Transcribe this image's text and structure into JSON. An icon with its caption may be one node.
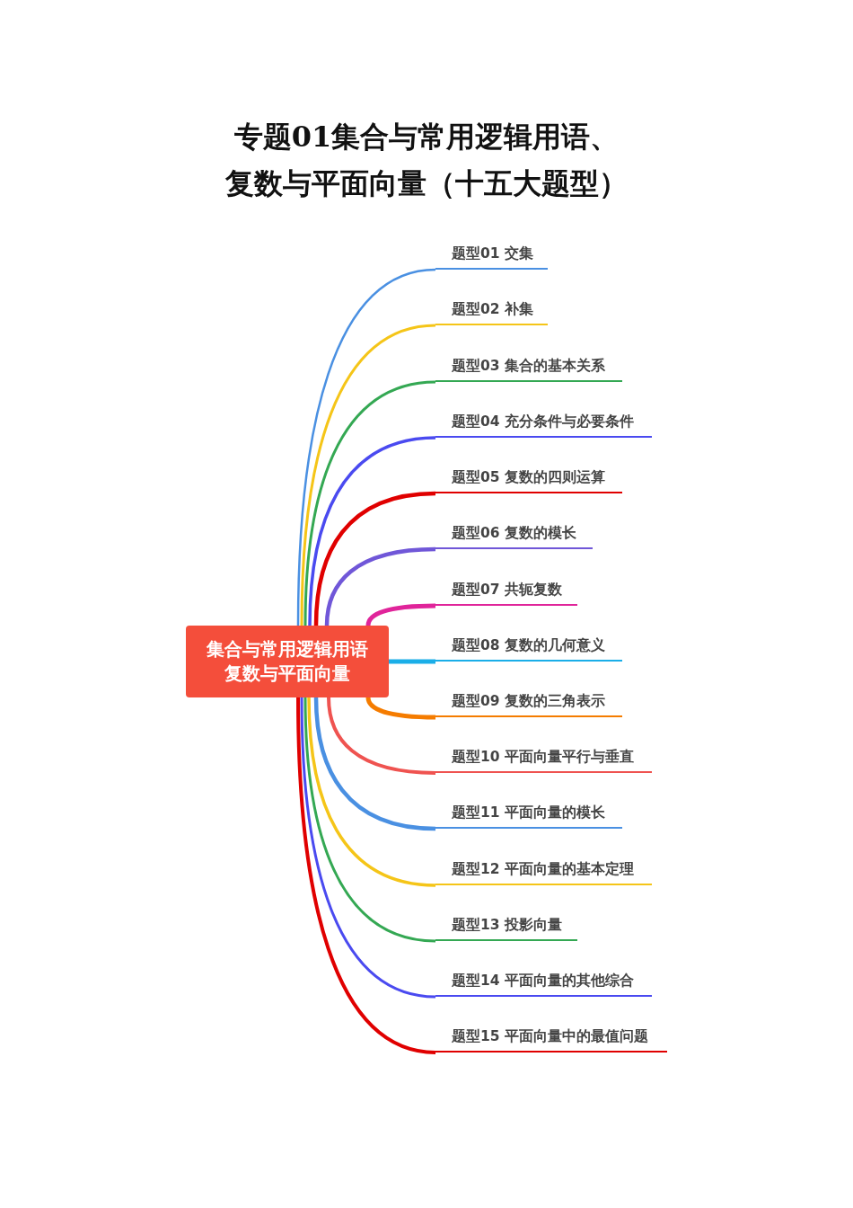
{
  "diagram": {
    "title": "专题01集合与常用逻辑用语、复数与平面向量（十五大题型）",
    "nodes": [
      {
        "text": [
          "集合与常用逻辑用语复数与平面向量"
        ]
      },
      {
        "text": [
          "题型01 交集"
        ]
      },
      {
        "text": [
          "题型02 补集"
        ]
      },
      {
        "text": [
          "题型03 集合的基本关系"
        ]
      },
      {
        "text": [
          "题型04 充分条件与必要条件"
        ]
      },
      {
        "text": [
          "题型05 复数的四则运算"
        ]
      },
      {
        "text": [
          "题型06 复数的模长"
        ]
      },
      {
        "text": [
          "题型07 共轭复数"
        ]
      },
      {
        "text": [
          "题型08 复数的几何意义"
        ]
      },
      {
        "text": [
          "题型09 复数的三角表示"
        ]
      },
      {
        "text": [
          "题型10 平面向量平行与垂直"
        ]
      },
      {
        "text": [
          "题型11 平面向量的模长"
        ]
      },
      {
        "text": [
          "题型12 平面向量的基本定理"
        ]
      },
      {
        "text": [
          "题型13 投影向量"
        ]
      },
      {
        "text": [
          "题型14 平面向量的其他综合"
        ]
      },
      {
        "text": [
          "题型15 平面向量中的最值问题"
        ]
      }
    ],
    "edges": [
      {
        "from": 0,
        "to": 1,
        "arrow": "none",
        "color": "#4a90e2"
      },
      {
        "from": 0,
        "to": 2,
        "arrow": "none",
        "color": "#f5c518"
      },
      {
        "from": 0,
        "to": 3,
        "arrow": "none",
        "color": "#34a853"
      },
      {
        "from": 0,
        "to": 4,
        "arrow": "none",
        "color": "#4a4af0"
      },
      {
        "from": 0,
        "to": 5,
        "arrow": "none",
        "color": "#e00000"
      },
      {
        "from": 0,
        "to": 6,
        "arrow": "none",
        "color": "#7057d8"
      },
      {
        "from": 0,
        "to": 7,
        "arrow": "none",
        "color": "#e0249a"
      },
      {
        "from": 0,
        "to": 8,
        "arrow": "none",
        "color": "#1aaee8"
      },
      {
        "from": 0,
        "to": 9,
        "arrow": "none",
        "color": "#f57c00"
      },
      {
        "from": 0,
        "to": 10,
        "arrow": "none",
        "color": "#ef5350"
      },
      {
        "from": 0,
        "to": 11,
        "arrow": "none",
        "color": "#4a90e2"
      },
      {
        "from": 0,
        "to": 12,
        "arrow": "none",
        "color": "#f5c518"
      },
      {
        "from": 0,
        "to": 13,
        "arrow": "none",
        "color": "#34a853"
      },
      {
        "from": 0,
        "to": 14,
        "arrow": "none",
        "color": "#4a4af0"
      },
      {
        "from": 0,
        "to": 15,
        "arrow": "none",
        "color": "#e00000"
      }
    ]
  }
}
